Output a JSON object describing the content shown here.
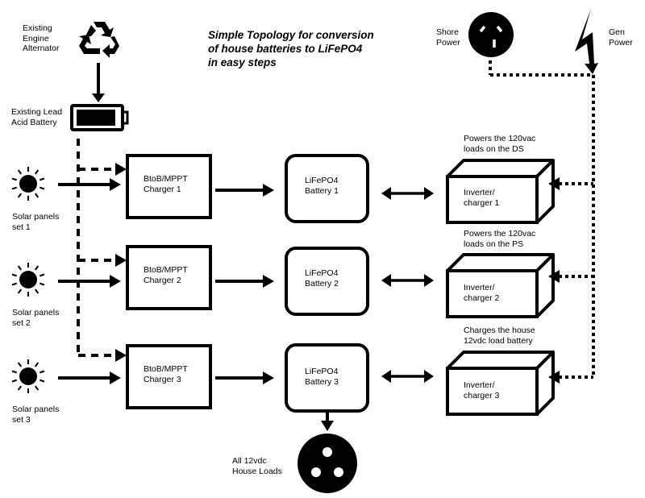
{
  "title": "Simple Topology for  conversion\nof house batteries to LiFePO4\nin easy steps",
  "sources": {
    "alternator": {
      "label": "Existing\nEngine\nAlternator",
      "icon": "recycle-icon"
    },
    "lead_acid": {
      "label": "Existing Lead\nAcid Battery",
      "icon": "battery-icon"
    },
    "shore": {
      "label": "Shore\nPower",
      "icon": "power-outlet-icon"
    },
    "gen": {
      "label": "Gen\nPower",
      "icon": "lightning-bolt-icon"
    }
  },
  "solar": [
    {
      "label": "Solar panels\nset 1",
      "icon": "sun-icon"
    },
    {
      "label": "Solar panels\nset 2",
      "icon": "sun-icon"
    },
    {
      "label": "Solar panels\nset 3",
      "icon": "sun-icon"
    }
  ],
  "chargers": [
    {
      "label": "BtoB/MPPT\nCharger 1"
    },
    {
      "label": "BtoB/MPPT\nCharger 2"
    },
    {
      "label": "BtoB/MPPT\nCharger 3"
    }
  ],
  "batteries": [
    {
      "label": "LiFePO4\nBattery 1"
    },
    {
      "label": "LiFePO4\nBattery 2"
    },
    {
      "label": "LiFePO4\nBattery 3"
    }
  ],
  "inverters": [
    {
      "label": "Inverter/\ncharger 1",
      "note": "Powers the 120vac\nloads on the DS"
    },
    {
      "label": "Inverter/\ncharger 2",
      "note": "Powers the 120vac\nloads on the PS"
    },
    {
      "label": "Inverter/\ncharger 3",
      "note": "Charges the house\n12vdc load battery"
    }
  ],
  "house_loads": {
    "label": "All 12vdc\nHouse Loads",
    "icon": "dc-outlet-icon"
  }
}
